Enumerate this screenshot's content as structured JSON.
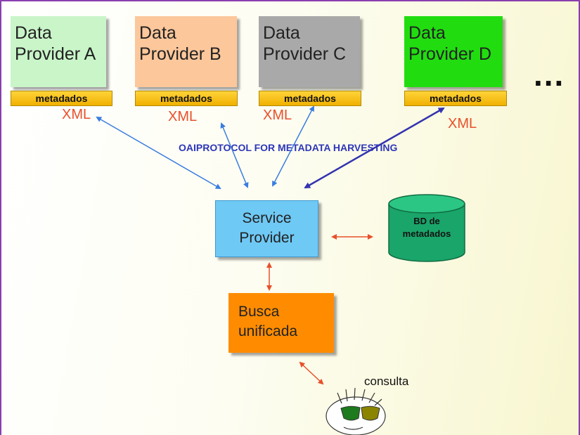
{
  "providers": [
    {
      "line1": "Data",
      "line2": "Provider A",
      "color": "#c9f5c9",
      "meta": "metadados",
      "xml": "XML"
    },
    {
      "line1": "Data",
      "line2": "Provider B",
      "color": "#fcc79b",
      "meta": "metadados",
      "xml": "XML"
    },
    {
      "line1": "Data",
      "line2": "Provider C",
      "color": "#a9a9a9",
      "meta": "metadados",
      "xml": "XML"
    },
    {
      "line1": "Data",
      "line2": "Provider D",
      "color": "#21dd10",
      "meta": "metadados",
      "xml": "XML"
    }
  ],
  "more": "...",
  "protocol_label": "OAIPROTOCOL FOR  METADATA HARVESTING",
  "service_provider": {
    "line1": "Service",
    "line2": "Provider",
    "color": "#6fc9f5"
  },
  "database": {
    "line1": "BD de",
    "line2": "metadados",
    "color": "#1aa56a"
  },
  "busca": {
    "line1": "Busca",
    "line2": "unificada",
    "color": "#ff8c00"
  },
  "user": {
    "label": "consulta",
    "icon": "user-face-with-glasses-icon"
  },
  "colors": {
    "blue_arrow": "#3a7de0",
    "navy_arrow": "#3333b0",
    "red_arrow": "#e8502a",
    "frame": "#8a3fb0"
  }
}
